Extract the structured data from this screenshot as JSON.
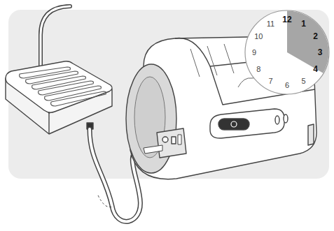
{
  "diagram": {
    "nodes": [
      {
        "text": [
          "12",
          "1",
          "2",
          "3",
          "4",
          "5",
          "6",
          "7",
          "8",
          "9",
          "10",
          "11"
        ]
      }
    ]
  }
}
